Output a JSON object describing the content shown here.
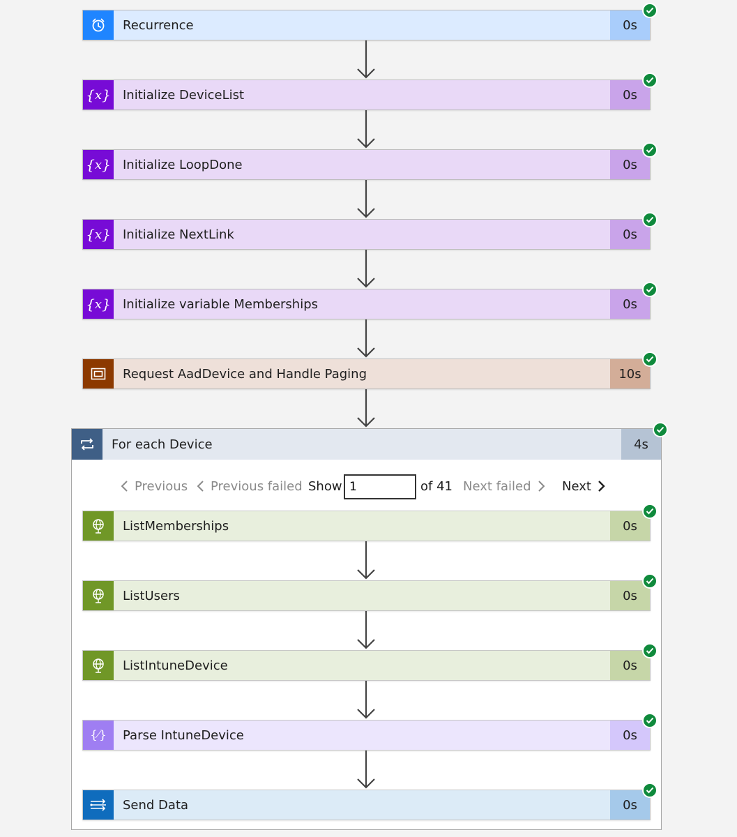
{
  "steps": [
    {
      "label": "Recurrence",
      "duration": "0s"
    },
    {
      "label": "Initialize DeviceList",
      "duration": "0s"
    },
    {
      "label": "Initialize LoopDone",
      "duration": "0s"
    },
    {
      "label": "Initialize NextLink",
      "duration": "0s"
    },
    {
      "label": "Initialize variable Memberships",
      "duration": "0s"
    },
    {
      "label": "Request AadDevice and Handle Paging",
      "duration": "10s"
    }
  ],
  "loop": {
    "label": "For each Device",
    "duration": "4s",
    "pager": {
      "previous": "Previous",
      "previous_failed": "Previous failed",
      "show": "Show",
      "page_value": "1",
      "of_total": "of 41",
      "next_failed": "Next failed",
      "next": "Next"
    },
    "steps": [
      {
        "label": "ListMemberships",
        "duration": "0s"
      },
      {
        "label": "ListUsers",
        "duration": "0s"
      },
      {
        "label": "ListIntuneDevice",
        "duration": "0s"
      },
      {
        "label": "Parse IntuneDevice",
        "duration": "0s"
      },
      {
        "label": "Send Data",
        "duration": "0s"
      }
    ]
  },
  "colors": {
    "schedule": {
      "icon": "#1f85ff",
      "body": "#dcebff",
      "duration": "#a9cdfb"
    },
    "variable": {
      "icon": "#770bd6",
      "body": "#e9d9f7",
      "duration": "#c9a4ea"
    },
    "scope": {
      "icon": "#8c3900",
      "body": "#eee0d9",
      "duration": "#d3ad98"
    },
    "http": {
      "icon": "#709727",
      "body": "#e8efdd",
      "duration": "#c6d6a8"
    },
    "json": {
      "icon": "#9f7ef2",
      "body": "#ece6fd",
      "duration": "#d4c7fb"
    },
    "send": {
      "icon": "#0f6cbd",
      "body": "#dcebf7",
      "duration": "#a5c9ea"
    },
    "loop": {
      "icon": "#3f5f86",
      "body": "#e3e8f0",
      "duration": "#b5c3d4"
    },
    "success": "#0f8a3c"
  }
}
